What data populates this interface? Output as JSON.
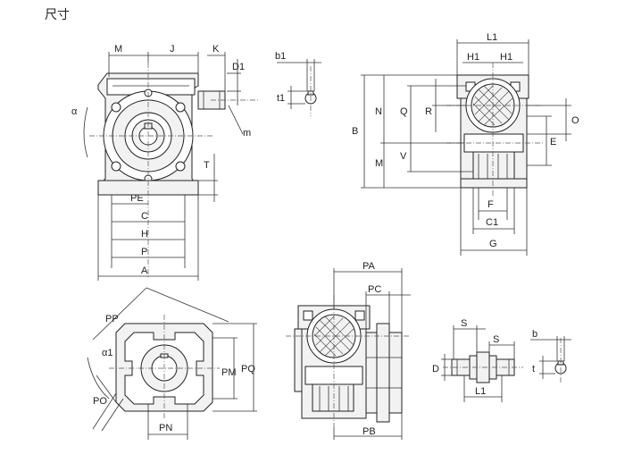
{
  "title": "尺寸",
  "labels": {
    "M": "M",
    "J": "J",
    "K": "K",
    "D1": "D1",
    "alpha": "α",
    "m": "m",
    "T": "T",
    "PE": "PE",
    "C": "C",
    "H": "H",
    "P": "P",
    "A": "A",
    "b1": "b1",
    "t1": "t1",
    "L1": "L1",
    "H1a": "H1",
    "H1b": "H1",
    "B": "B",
    "N": "N",
    "Q": "Q",
    "R": "R",
    "O": "O",
    "E": "E",
    "M2": "M",
    "V": "V",
    "F": "F",
    "C1": "C1",
    "G": "G",
    "PP": "PP",
    "alpha1": "α1",
    "PM": "PM",
    "PQ": "PQ",
    "PO": "PO",
    "PN": "PN",
    "PA": "PA",
    "PC": "PC",
    "PB": "PB",
    "S1": "S",
    "S2": "S",
    "D": "D",
    "L1b": "L1",
    "b": "b",
    "t": "t"
  }
}
